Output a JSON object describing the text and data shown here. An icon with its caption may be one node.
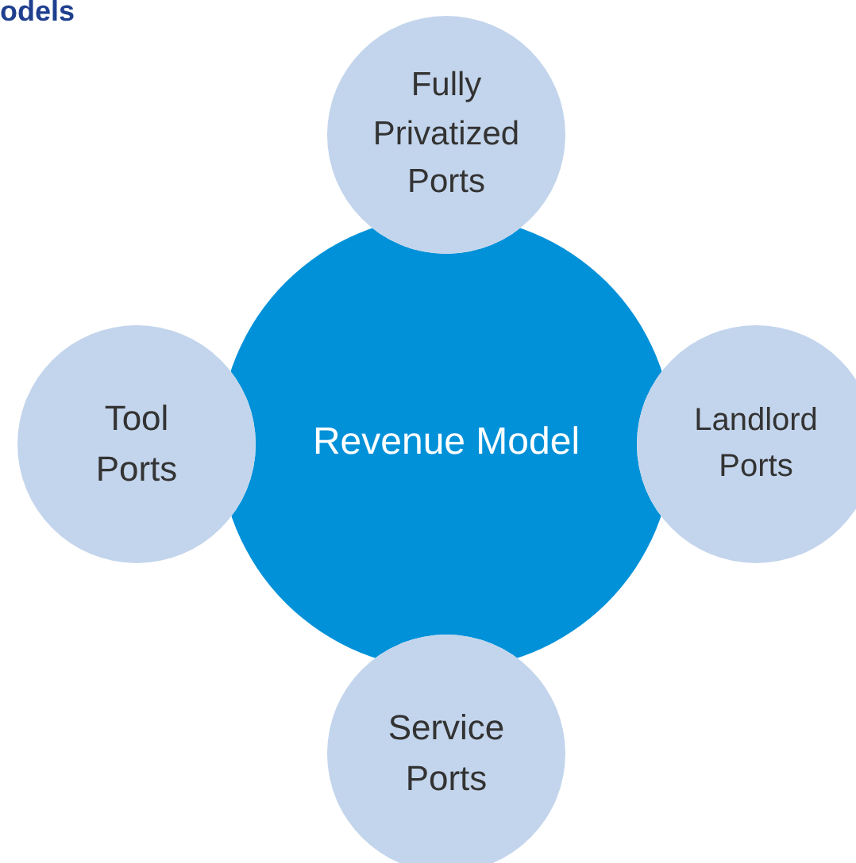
{
  "diagram": {
    "title": "odels",
    "nodes": [
      {
        "text": [
          "Revenue Model"
        ]
      },
      {
        "text": [
          "Fully Privatized Ports"
        ]
      },
      {
        "text": [
          "Tool Ports"
        ]
      },
      {
        "text": [
          "Landlord Ports"
        ]
      },
      {
        "text": [
          "Service Ports"
        ]
      }
    ]
  }
}
